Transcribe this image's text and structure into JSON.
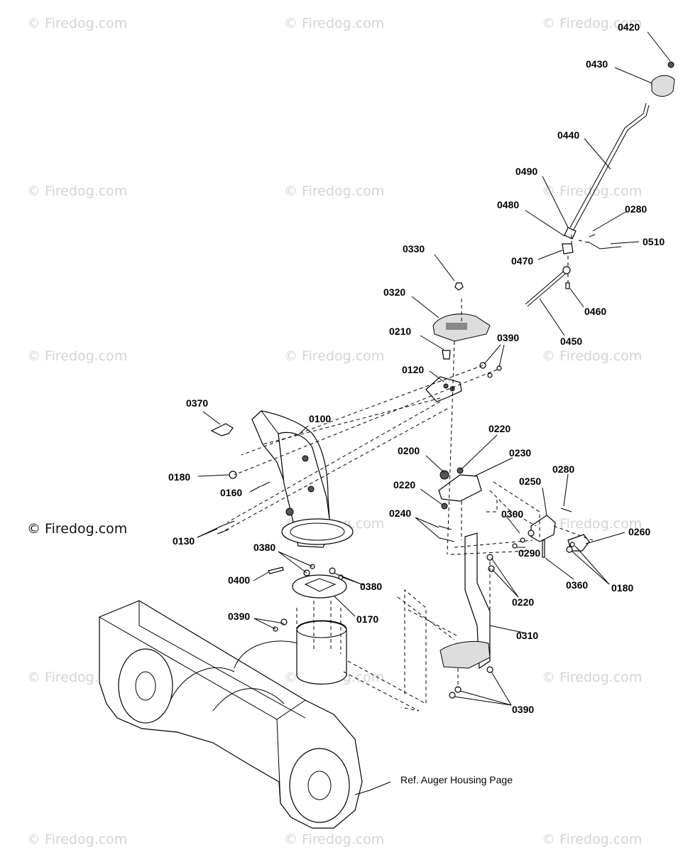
{
  "watermark": {
    "text": "© Firedog.com",
    "main_text": "© Firedog.com"
  },
  "reference_note": "Ref. Auger Housing Page",
  "part_labels": [
    "0420",
    "0430",
    "0440",
    "0490",
    "0480",
    "0280",
    "0510",
    "0470",
    "0460",
    "0450",
    "0330",
    "0320",
    "0210",
    "0390",
    "0120",
    "0370",
    "0100",
    "0180",
    "0160",
    "0130",
    "0220",
    "0200",
    "0230",
    "0220",
    "0240",
    "0280",
    "0250",
    "0300",
    "0260",
    "0290",
    "0360",
    "0180",
    "0380",
    "0400",
    "0380",
    "0170",
    "0390",
    "0220",
    "0310",
    "0390"
  ]
}
